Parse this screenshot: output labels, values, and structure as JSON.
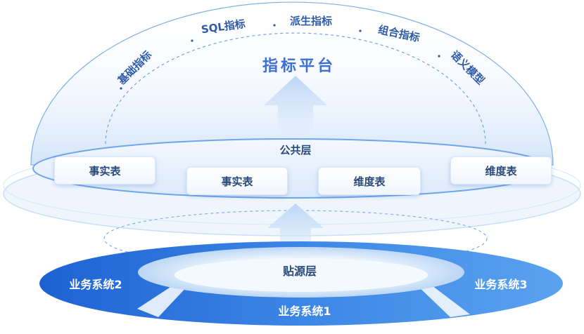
{
  "platform": {
    "title": "指标平台",
    "metrics": [
      "基础指标",
      "SQL指标",
      "派生指标",
      "组合指标",
      "语义模型"
    ]
  },
  "public_layer": {
    "title": "公共层",
    "tables": [
      "事实表",
      "事实表",
      "维度表",
      "维度表"
    ]
  },
  "source_layer": {
    "title": "贴源层",
    "systems": [
      "业务系统1",
      "业务系统2",
      "业务系统3"
    ]
  },
  "colors": {
    "primary": "#2f7be0",
    "dark_blue": "#1f5fc9",
    "title_blue": "#3d6fd6",
    "text_dark": "#2a4a78"
  }
}
